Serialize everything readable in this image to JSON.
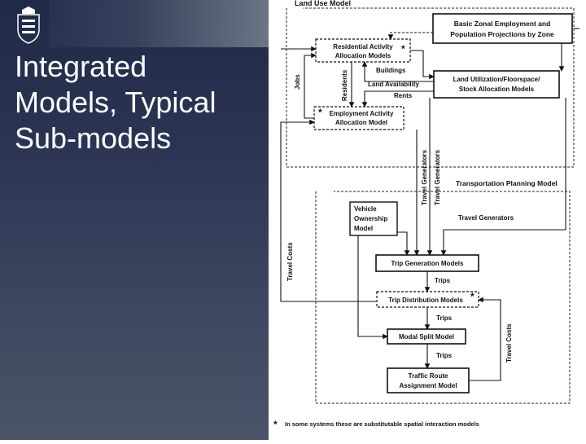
{
  "slide": {
    "title_lines": [
      "Integrated",
      "Models, Typical",
      "Sub-models"
    ]
  },
  "diagram": {
    "land_use_label": "Land Use Model",
    "transport_label": "Transportation Planning Model",
    "basic_zonal": [
      "Basic Zonal Employment and",
      "Population Projections by Zone"
    ],
    "residential": [
      "Residential Activity",
      "Allocation Models"
    ],
    "land_util": [
      "Land Utilization/Floorspace/",
      "Stock Allocation Models"
    ],
    "buildings": "Buildings",
    "land_avail": "Land Availability",
    "rents": "Rents",
    "employment": [
      "Employment Activity",
      "Allocation Model"
    ],
    "jobs": "Jobs",
    "residents": "Residents",
    "travel_gen_v1": "Travel Generators",
    "travel_gen_v2": "Travel Generators",
    "travel_gen_h": "Travel Generators",
    "vehicle": [
      "Vehicle",
      "Ownership",
      "Model"
    ],
    "trip_gen": "Trip Generation Models",
    "trips1": "Trips",
    "trip_dist": "Trip Distribution Models",
    "trips2": "Trips",
    "modal_split": "Modal Split Model",
    "trips3": "Trips",
    "traffic": [
      "Traffic Route",
      "Assignment Model"
    ],
    "travel_costs_left": "Travel Costs",
    "travel_costs_right": "Travel Costs",
    "star": "*",
    "footnote": "In some systems these are substitutable spatial interaction models"
  }
}
